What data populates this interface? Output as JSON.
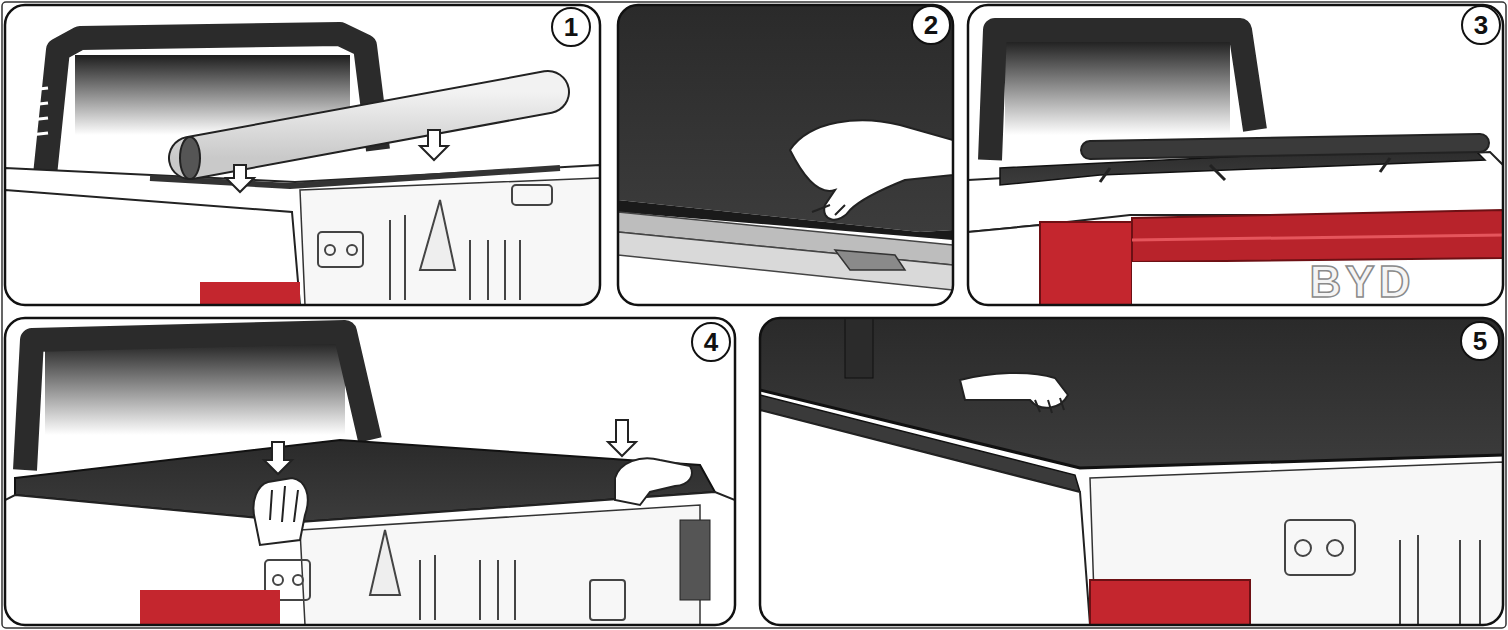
{
  "diagram": {
    "nodes": [
      {
        "text": [
          "1"
        ]
      },
      {
        "text": [
          "2"
        ]
      },
      {
        "text": [
          "3"
        ]
      },
      {
        "text": [
          "4"
        ]
      },
      {
        "text": [
          "5"
        ]
      }
    ],
    "labels": [
      "BYD"
    ]
  }
}
